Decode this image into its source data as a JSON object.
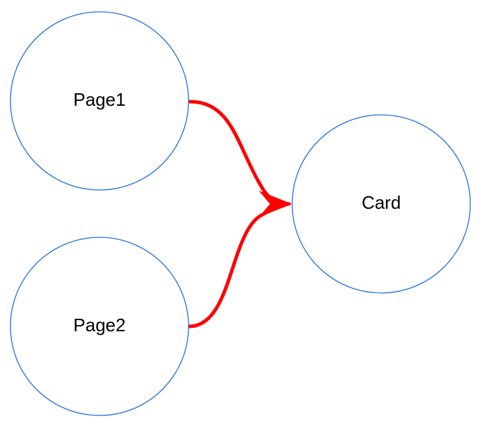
{
  "nodes": {
    "page1": {
      "label": "Page1"
    },
    "page2": {
      "label": "Page2"
    },
    "card": {
      "label": "Card"
    }
  },
  "edges": [
    {
      "from": "Page1",
      "to": "Card"
    },
    {
      "from": "Page2",
      "to": "Card"
    }
  ],
  "colors": {
    "node_stroke": "#1f6fe0",
    "edge": "#ff0000",
    "text": "#000000"
  }
}
